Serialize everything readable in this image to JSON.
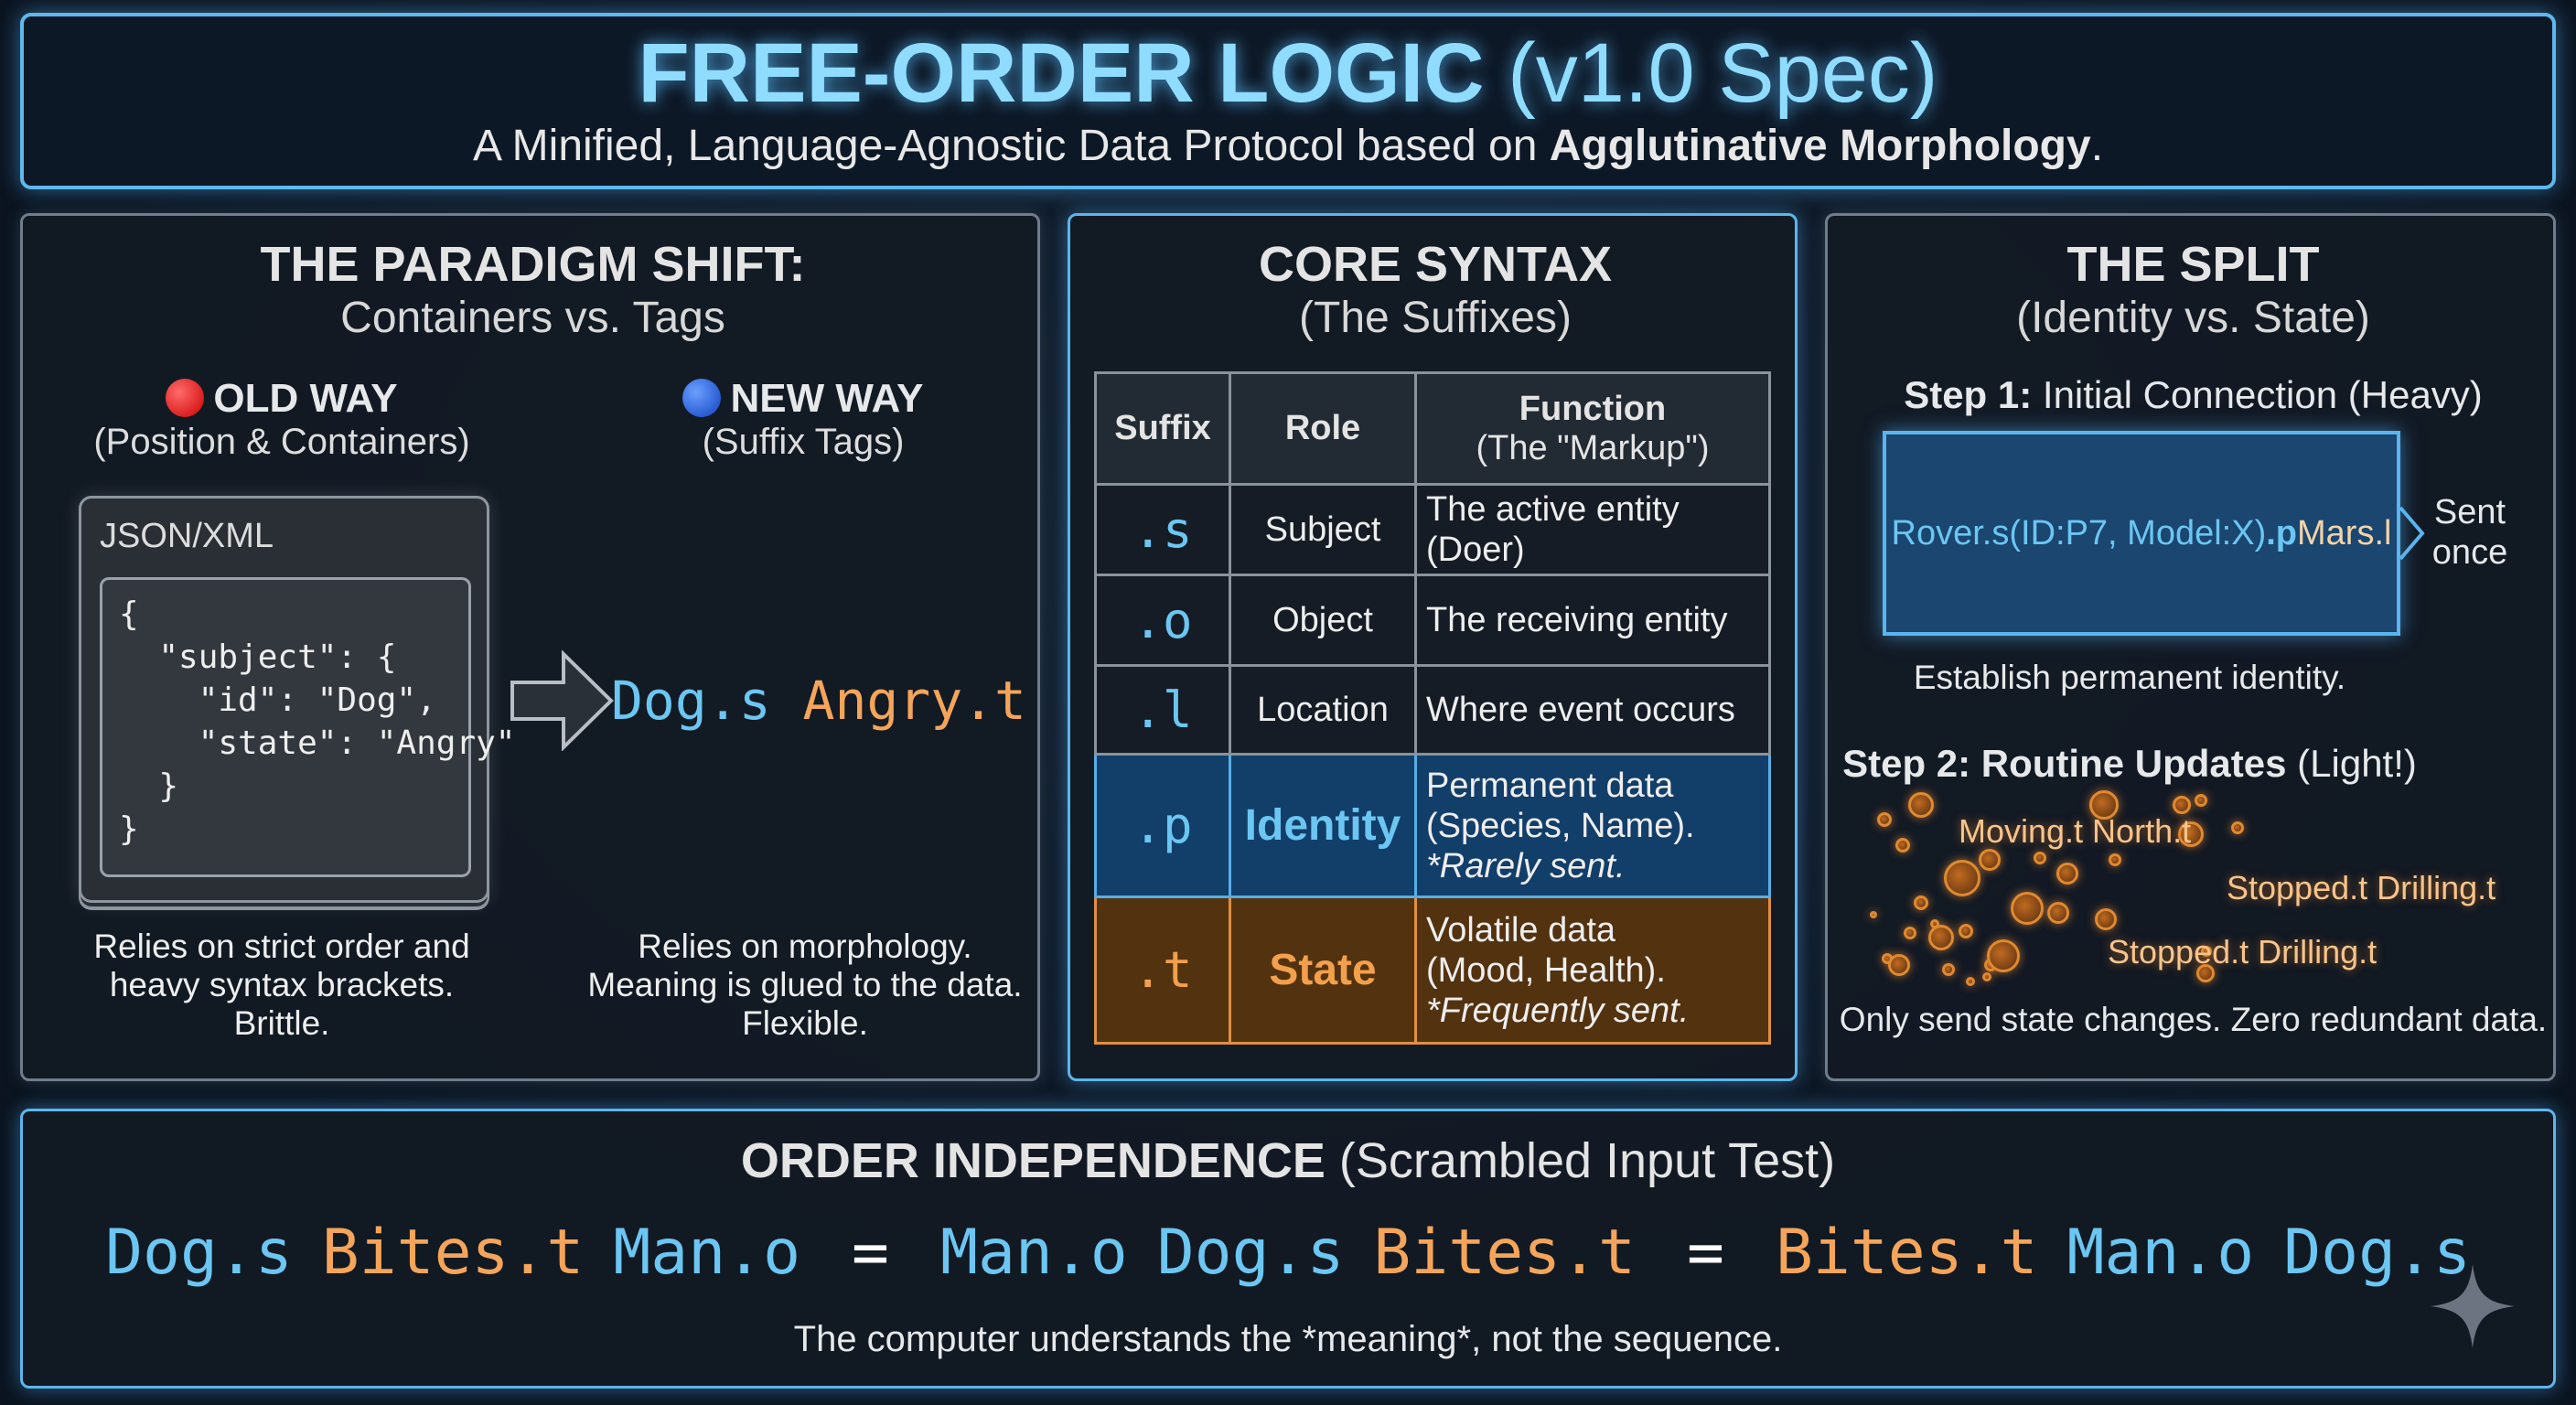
{
  "header": {
    "title": "FREE-ORDER LOGIC",
    "title_version": "(v1.0 Spec)",
    "subtitle_prefix": "A Minified, Language-Agnostic Data Protocol based on ",
    "subtitle_bold": "Agglutinative Morphology",
    "subtitle_suffix": "."
  },
  "paradigm": {
    "heading": "THE PARADIGM SHIFT:",
    "subheading": "Containers vs. Tags",
    "old": {
      "label": "OLD WAY",
      "sub": "(Position & Containers)",
      "dot_color": "#e02020",
      "box_label": "JSON/XML",
      "code": "{\n  \"subject\": {\n    \"id\": \"Dog\",\n    \"state\": \"Angry\"\n  }\n}",
      "caption": [
        "Relies on strict order and",
        "heavy syntax brackets.",
        "Brittle."
      ]
    },
    "new": {
      "label": "NEW WAY",
      "sub": "(Suffix Tags)",
      "dot_color": "#1a5ee0",
      "subject": "Dog.s",
      "state": "Angry.t",
      "caption": [
        "Relies on morphology.",
        "Meaning is glued to the data.",
        "Flexible."
      ]
    },
    "arrow_icon": "arrow-right-icon"
  },
  "syntax": {
    "heading": "CORE SYNTAX",
    "subheading": "(The Suffixes)",
    "columns": [
      "Suffix",
      "Role",
      "Function",
      "(The \"Markup\")"
    ],
    "rows": [
      {
        "suffix": ".s",
        "role": "Subject",
        "function": [
          "The active entity (Doer)"
        ]
      },
      {
        "suffix": ".o",
        "role": "Object",
        "function": [
          "The receiving entity"
        ]
      },
      {
        "suffix": ".l",
        "role": "Location",
        "function": [
          "Where event occurs"
        ]
      },
      {
        "suffix": ".p",
        "role": "Identity",
        "function": [
          "Permanent data",
          "(Species, Name).",
          "*Rarely sent."
        ]
      },
      {
        "suffix": ".t",
        "role": "State",
        "function": [
          "Volatile data",
          "(Mood, Health).",
          "*Frequently sent."
        ]
      }
    ]
  },
  "split": {
    "heading": "THE SPLIT",
    "subheading": "(Identity vs. State)",
    "step1_bold": "Step 1:",
    "step1_text": " Initial Connection (Heavy)",
    "rover_blue": "Rover.s(ID:P7, Model:X)",
    "rover_p": ".p",
    "rover_loc": " Mars.l",
    "sent_once": [
      "Sent",
      "once"
    ],
    "step1_caption": "Establish permanent identity.",
    "step2_bold": "Step 2: Routine Updates",
    "step2_text": " (Light!)",
    "updates": [
      "Moving.t North.t",
      "Stopped.t Drilling.t",
      "Stopped.t Drilling.t"
    ],
    "step2_caption": "Only send state changes. Zero redundant data."
  },
  "order": {
    "heading_bold": "ORDER INDEPENDENCE",
    "heading_text": " (Scrambled Input Test)",
    "expressions": [
      [
        "Dog.s",
        "Bites.t",
        "Man.o"
      ],
      [
        "Man.o",
        "Dog.s",
        "Bites.t"
      ],
      [
        "Bites.t",
        "Man.o",
        "Dog.s"
      ]
    ],
    "equals": "=",
    "footer": "The computer understands the *meaning*, not the sequence."
  },
  "colors": {
    "accent_blue": "#6cc6f2",
    "accent_orange": "#f4a55a",
    "border_blue": "#5fb8ec"
  },
  "decor": {
    "star_icon": "sparkle-star-icon"
  }
}
